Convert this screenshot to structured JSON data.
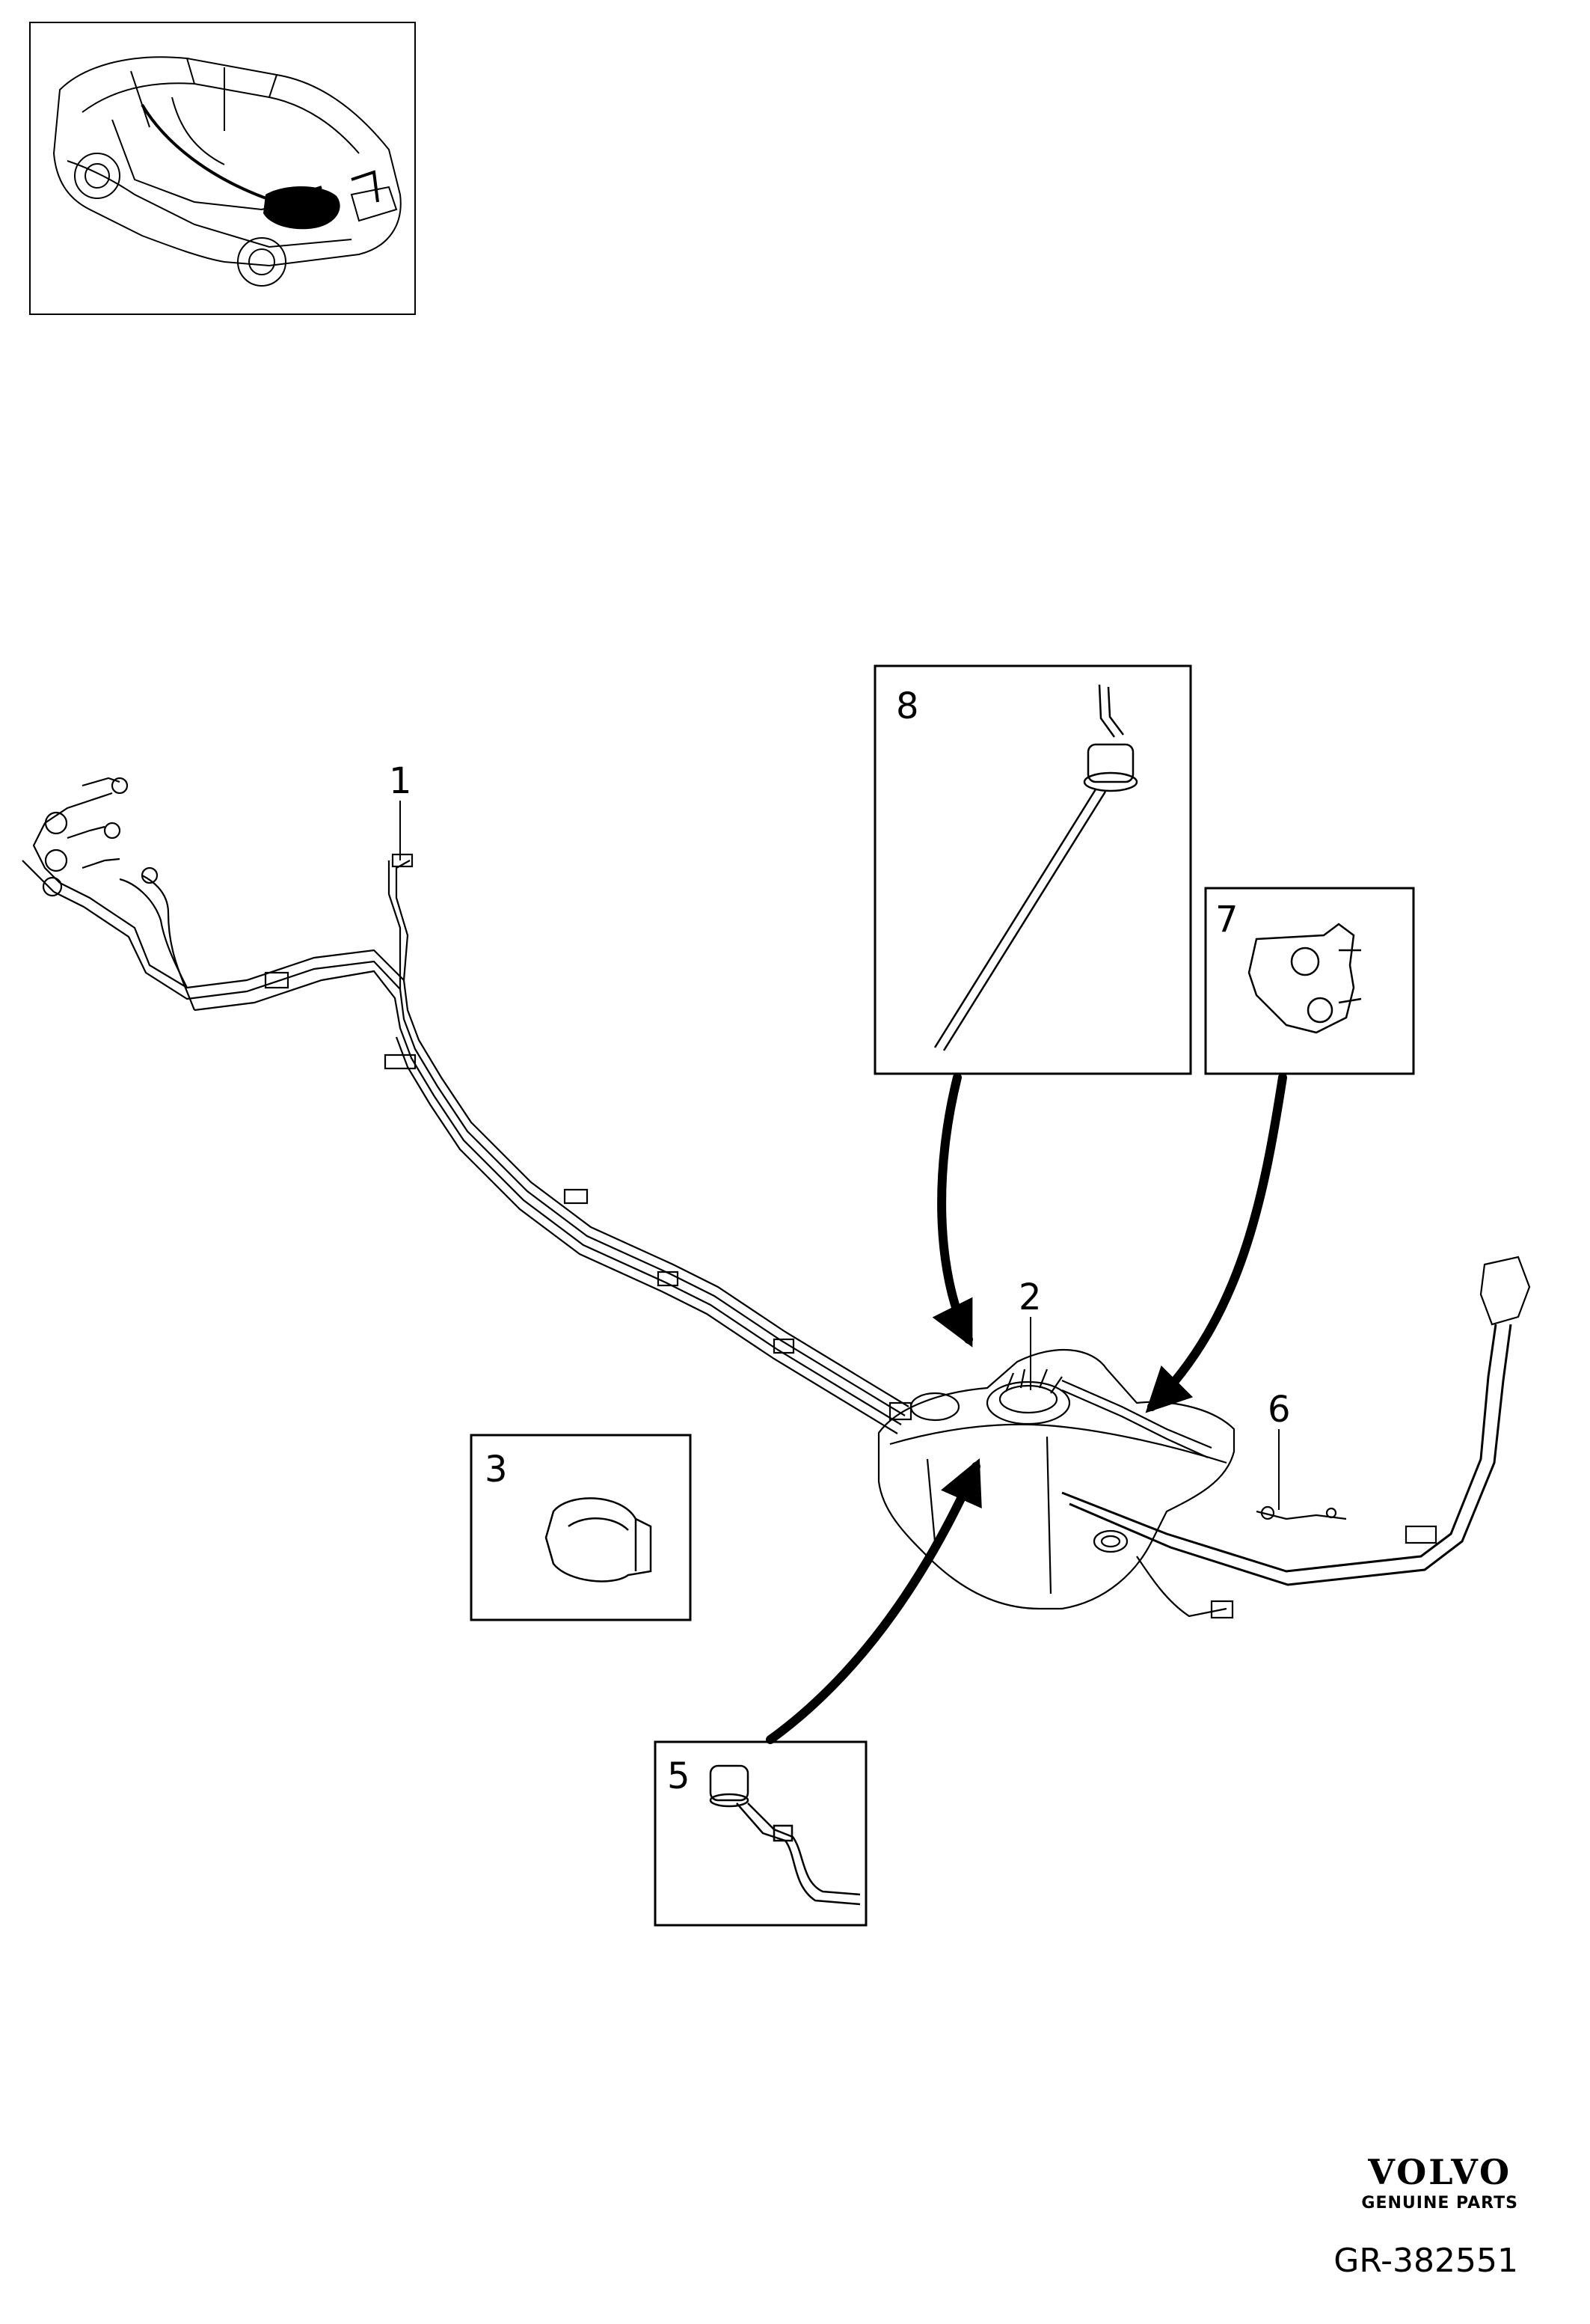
{
  "callouts": [
    "1",
    "2",
    "3",
    "5",
    "6",
    "7",
    "8"
  ],
  "brand": {
    "name": "VOLVO",
    "tagline": "GENUINE PARTS"
  },
  "figure_ref": "GR-382551"
}
